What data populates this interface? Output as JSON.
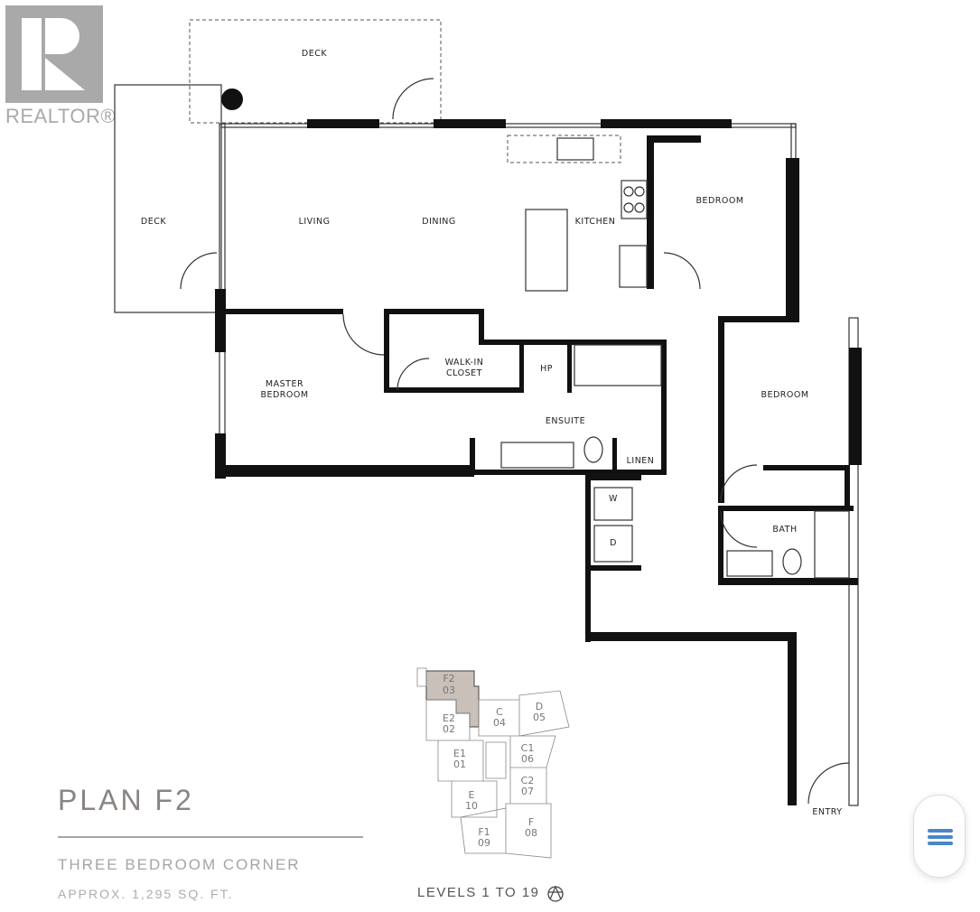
{
  "logo": {
    "text": "REALTOR®"
  },
  "rooms": {
    "deck_top": "DECK",
    "deck_left": "DECK",
    "living": "LIVING",
    "dining": "DINING",
    "kitchen": "KITCHEN",
    "bedroom1": "BEDROOM",
    "bedroom2": "BEDROOM",
    "master_line1": "MASTER",
    "master_line2": "BEDROOM",
    "walkin_line1": "WALK-IN",
    "walkin_line2": "CLOSET",
    "hp": "HP",
    "ensuite": "ENSUITE",
    "linen": "LINEN",
    "washer": "W",
    "dryer": "D",
    "bath": "BATH",
    "entry": "ENTRY"
  },
  "key_plan": {
    "units": [
      {
        "plan": "F2",
        "number": "03",
        "highlighted": true
      },
      {
        "plan": "E2",
        "number": "02"
      },
      {
        "plan": "C",
        "number": "04"
      },
      {
        "plan": "D",
        "number": "05"
      },
      {
        "plan": "E1",
        "number": "01"
      },
      {
        "plan": "C1",
        "number": "06"
      },
      {
        "plan": "C2",
        "number": "07"
      },
      {
        "plan": "E",
        "number": "10"
      },
      {
        "plan": "F1",
        "number": "09"
      },
      {
        "plan": "F",
        "number": "08"
      }
    ],
    "levels": "LEVELS 1 TO 19",
    "highlight_color": "#c9c0ba",
    "compass_icon": "north-arrow-icon"
  },
  "plan_info": {
    "title": "PLAN F2",
    "subtitle": "THREE BEDROOM CORNER",
    "area": "APPROX. 1,295 SQ. FT."
  },
  "menu_button": {
    "icon": "hamburger-menu-icon",
    "color": "#4a86c8"
  }
}
